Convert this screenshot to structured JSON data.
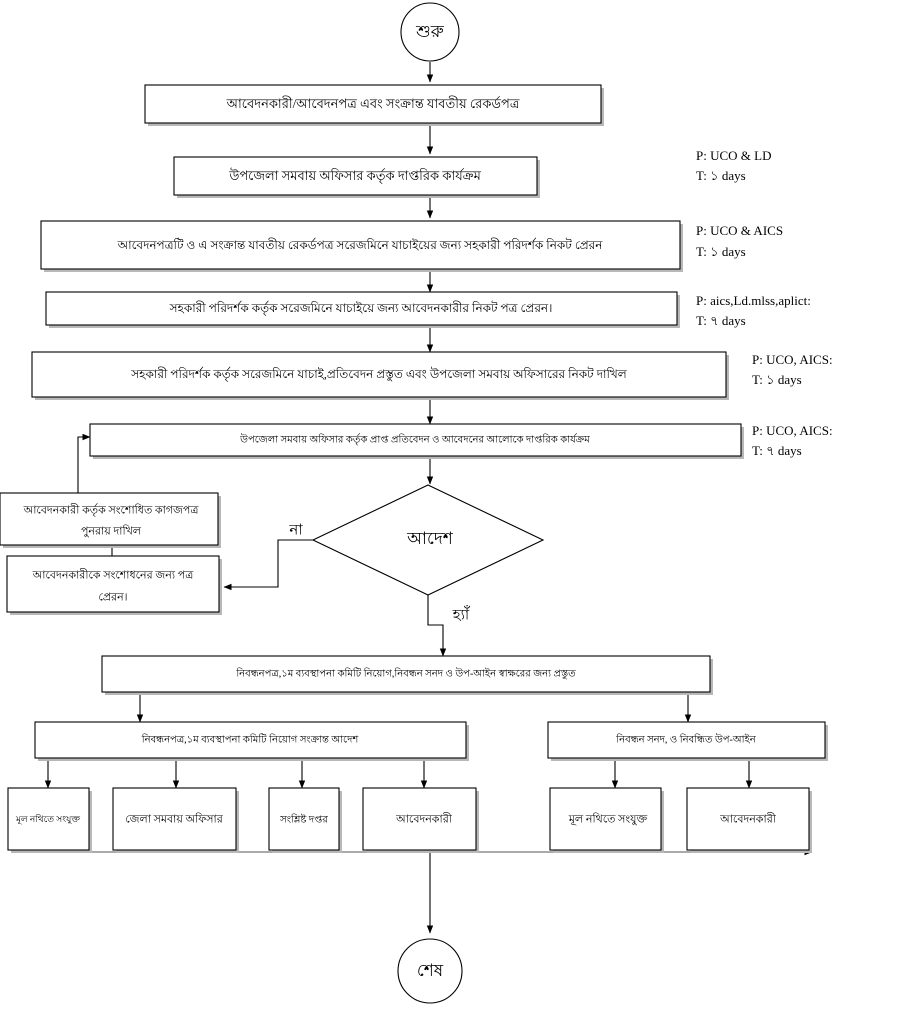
{
  "diagram": {
    "type": "flowchart",
    "title_start": "শুরু",
    "title_end": "শেষ",
    "language": "Bengali",
    "nodes": [
      {
        "id": "start",
        "shape": "terminator",
        "label": "শুরু"
      },
      {
        "id": "n1",
        "shape": "process",
        "label": "আবেদনকারী/আবেদনপত্র এবং সংক্রান্ত যাবতীয় রেকর্ডপত্র"
      },
      {
        "id": "n2",
        "shape": "process",
        "label": "উপজেলা সমবায় অফিসার কর্তৃক দাপ্তরিক কার্যক্রম"
      },
      {
        "id": "n3",
        "shape": "process",
        "label": "আবেদনপত্রটি ও এ সংক্রান্ত যাবতীয় রেকর্ডপত্র সরেজমিনে যাচাইয়ের জন্য সহকারী পরিদর্শক নিকট প্রেরন"
      },
      {
        "id": "n4",
        "shape": "process",
        "label": "সহকারী পরিদর্শক কর্তৃক সরেজমিনে যাচাইয়ে জন্য আবেদনকারীর নিকট পত্র প্রেরন।"
      },
      {
        "id": "n5",
        "shape": "process",
        "label": "সহকারী পরিদর্শক কর্তৃক সরেজমিনে যাচাই,প্রতিবেদন প্রস্তুত এবং উপজেলা সমবায় অফিসারের নিকট দাখিল"
      },
      {
        "id": "n6",
        "shape": "process",
        "label": "উপজেলা সমবায় অফিসার কর্তৃক প্রাপ্ত প্রতিবেদন ও আবেদনের আলোকে দাপ্তরিক কার্যক্রম"
      },
      {
        "id": "decision",
        "shape": "decision",
        "label": "আদেশ"
      },
      {
        "id": "fb1",
        "shape": "process",
        "label_line1": "আবেদনকারী কর্তৃক সংশোধিত কাগজপত্র",
        "label_line2": "পুনরায় দাখিল"
      },
      {
        "id": "fb2",
        "shape": "process",
        "label_line1": "আবেদনকারীকে সংশোধনের জন্য পত্র",
        "label_line2": "প্রেরন।"
      },
      {
        "id": "n7",
        "shape": "process",
        "label": "নিবন্ধনপত্র,১ম ব্যবস্থাপনা কমিটি নিয়োগ,নিবন্ধন সনদ ও উপ-আইন স্বাক্ষরের জন্য প্রস্তুত"
      },
      {
        "id": "n8a",
        "shape": "process",
        "label": "নিবন্ধনপত্র,১ম ব্যবস্থাপনা কমিটি নিয়োগ সংক্রান্ত আদেশ"
      },
      {
        "id": "n8b",
        "shape": "process",
        "label": "নিবন্ধন সনদ,  ও নিবন্ধিত উপ-আইন"
      },
      {
        "id": "d1",
        "shape": "process",
        "label": "মূল নথিতে সংযুক্ত"
      },
      {
        "id": "d2",
        "shape": "process",
        "label": "জেলা সমবায় অফিসার"
      },
      {
        "id": "d3",
        "shape": "process",
        "label": "সংশ্লিষ্ট দপ্তর"
      },
      {
        "id": "d4",
        "shape": "process",
        "label": "আবেদনকারী"
      },
      {
        "id": "d5",
        "shape": "process",
        "label": "মূল নথিতে সংযুক্ত"
      },
      {
        "id": "d6",
        "shape": "process",
        "label": "আবেদনকারী"
      },
      {
        "id": "end",
        "shape": "terminator",
        "label": "শেষ"
      }
    ],
    "annotations": [
      {
        "id": "a1",
        "person": "P: UCO & LD",
        "time": "T: ১ days"
      },
      {
        "id": "a2",
        "person": "P: UCO & AICS",
        "time": "T: ১ days"
      },
      {
        "id": "a3",
        "person": "P: aics,Ld.mlss,aplict:",
        "time": "T: ৭ days"
      },
      {
        "id": "a4",
        "person": "P: UCO, AICS:",
        "time": "T: ১ days"
      },
      {
        "id": "a5",
        "person": "P: UCO, AICS:",
        "time": "T: ৭ days"
      }
    ],
    "branch_labels": {
      "no": "না",
      "yes": "হ্যাঁ"
    },
    "colors": {
      "stroke": "#000000",
      "shadow": "#b8b8b8",
      "background": "#ffffff",
      "text": "#000000"
    }
  }
}
